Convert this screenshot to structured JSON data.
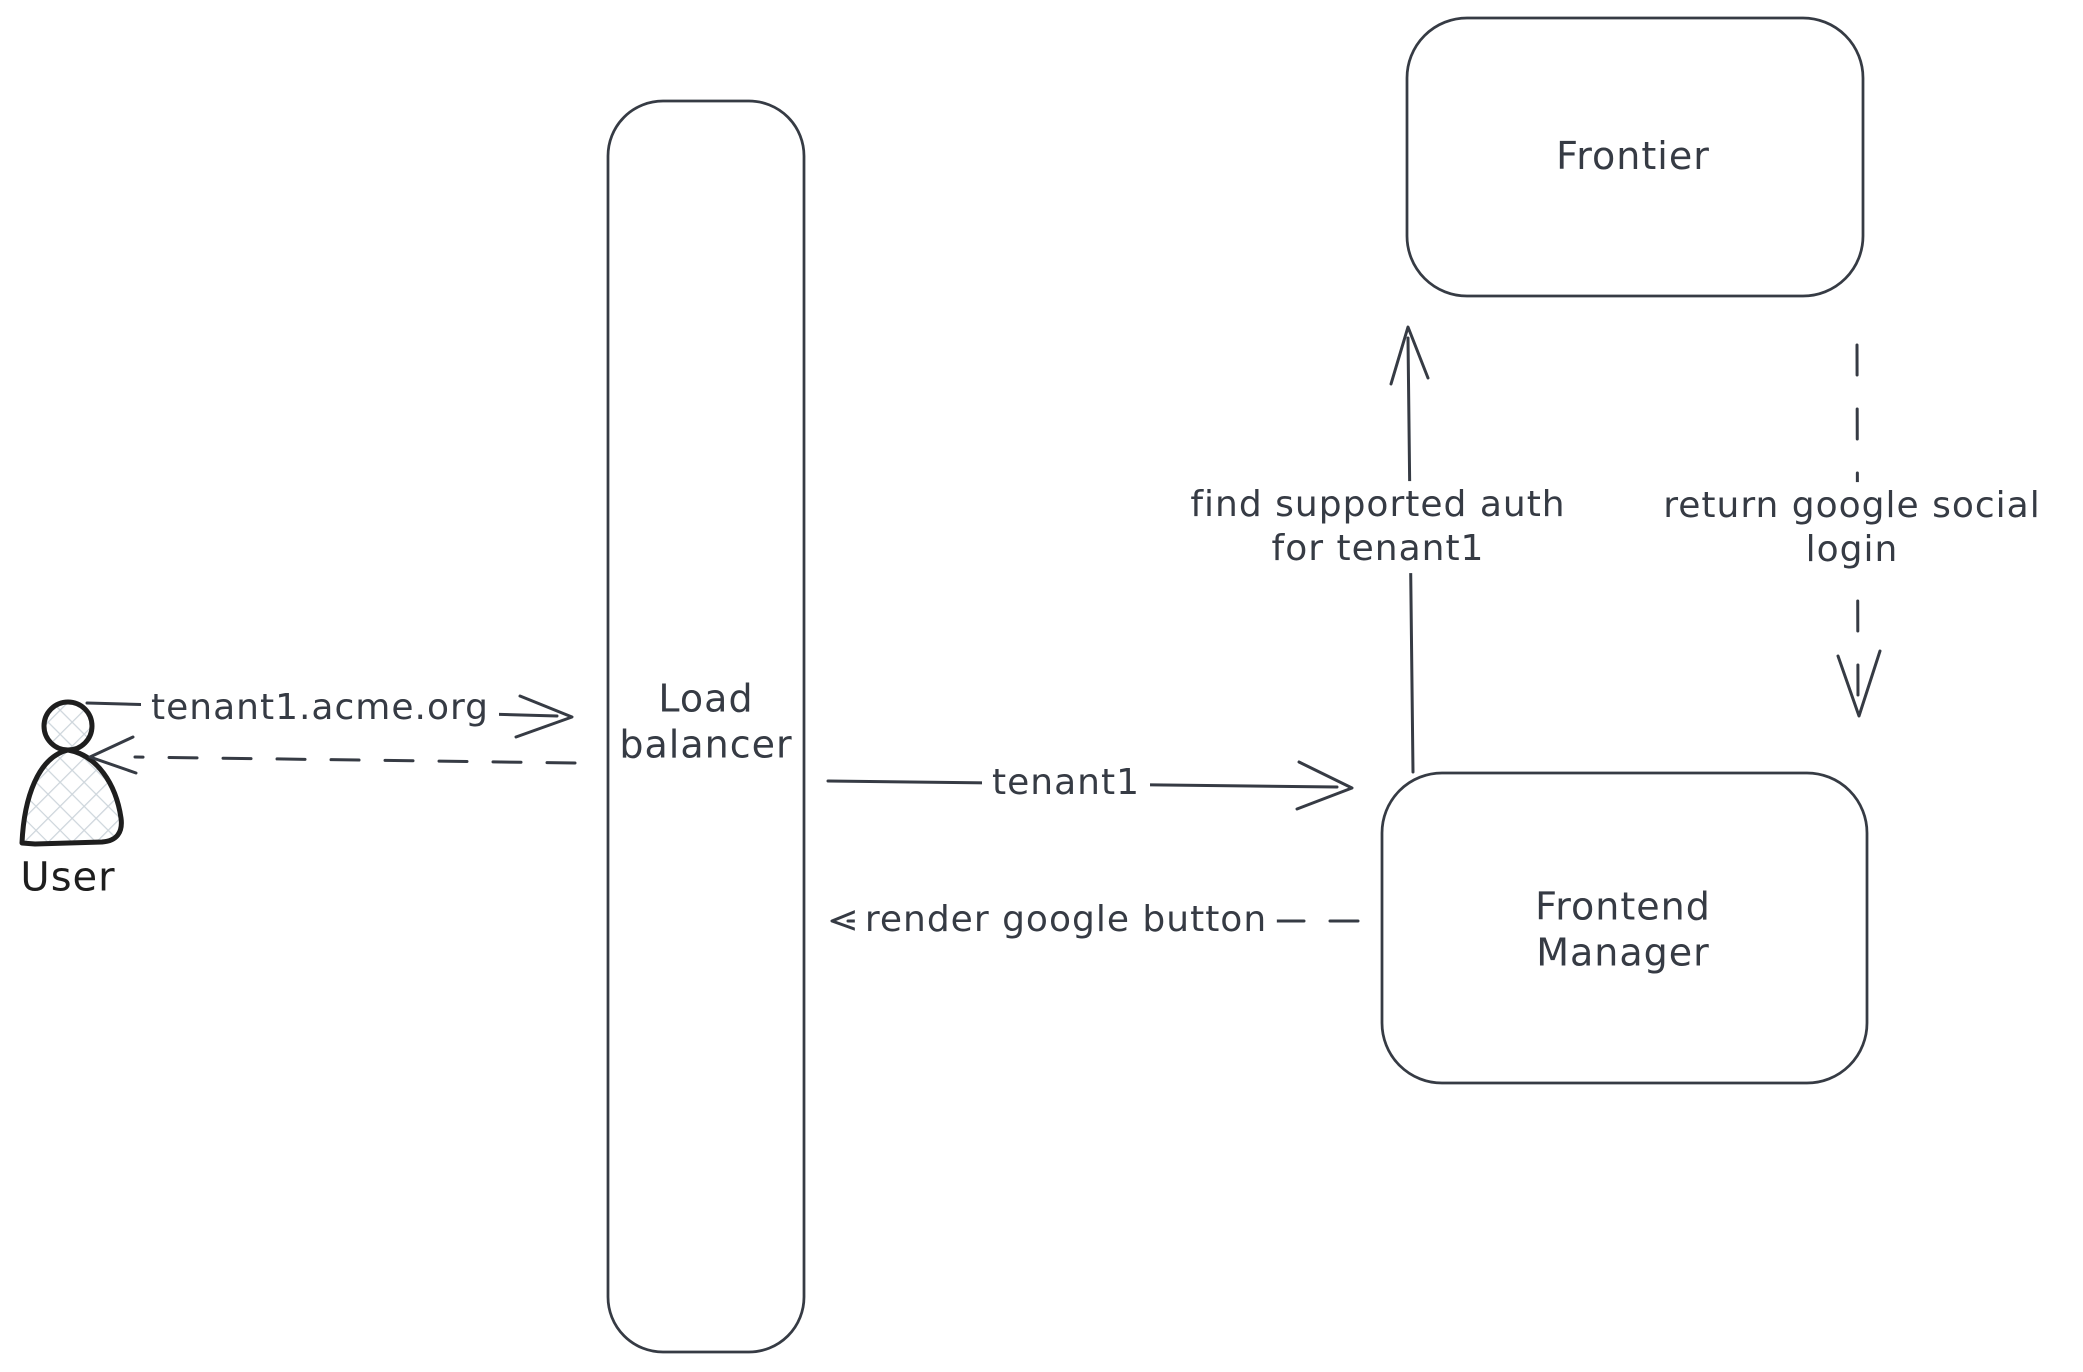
{
  "colors": {
    "background": "#ffffff",
    "stroke": "#363b44",
    "figure": "#1e1e1e",
    "hatch": "#ced6dc"
  },
  "actors": {
    "user": {
      "label": "User",
      "icon": "person-icon"
    },
    "load_balancer": {
      "label_line1": "Load",
      "label_line2": "balancer"
    },
    "frontier": {
      "label": "Frontier"
    },
    "frontend_manager": {
      "label_line1": "Frontend",
      "label_line2": "Manager"
    }
  },
  "messages": {
    "user_request": {
      "label": "tenant1.acme.org",
      "style": "solid",
      "from": "User",
      "to": "Load balancer"
    },
    "user_response": {
      "label": "",
      "style": "dashed",
      "from": "Load balancer",
      "to": "User"
    },
    "tenant_forward": {
      "label": "tenant1",
      "style": "solid",
      "from": "Load balancer",
      "to": "Frontend Manager"
    },
    "render_button": {
      "label": "render google button",
      "style": "dashed",
      "from": "Frontend Manager",
      "to": "Load balancer"
    },
    "find_auth": {
      "label_line1": "find supported auth",
      "label_line2": "for tenant1",
      "style": "solid",
      "from": "Frontend Manager",
      "to": "Frontier"
    },
    "return_login": {
      "label_line1": "return google social",
      "label_line2": "login",
      "style": "dashed",
      "from": "Frontier",
      "to": "Frontend Manager"
    }
  }
}
